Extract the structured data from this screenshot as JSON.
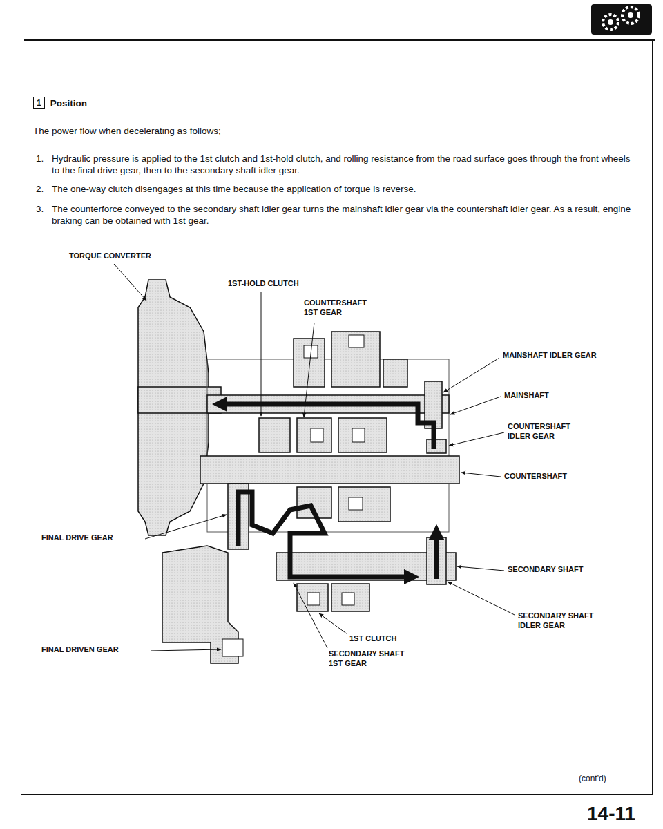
{
  "diagram": {
    "title": "Position",
    "nodes": [
      {
        "text": [
          "1"
        ]
      }
    ],
    "labels": [
      "The power flow when decelerating as follows;",
      "1.",
      "Hydraulic pressure is applied to the 1st clutch and 1st-hold clutch, and rolling resistance from the road surface goes through the front wheels to the final drive gear, then to the secondary shaft idler gear.",
      "2.",
      "The one-way clutch disengages at this time because the application of torque is reverse.",
      "3.",
      "The counterforce conveyed to the secondary shaft idler gear turns the mainshaft idler gear via the countershaft idler gear. As a result, engine braking can be obtained with 1st gear.",
      "TORQUE CONVERTER",
      "1ST-HOLD CLUTCH",
      "COUNTERSHAFT 1ST GEAR",
      "MAINSHAFT IDLER GEAR",
      "MAINSHAFT",
      "COUNTERSHAFT IDLER GEAR",
      "COUNTERSHAFT",
      "FINAL DRIVE GEAR",
      "SECONDARY SHAFT",
      "SECONDARY SHAFT IDLER GEAR",
      "1ST CLUTCH",
      "SECONDARY SHAFT 1ST GEAR",
      "FINAL DRIVEN GEAR",
      "(cont'd)",
      "14-11"
    ]
  }
}
